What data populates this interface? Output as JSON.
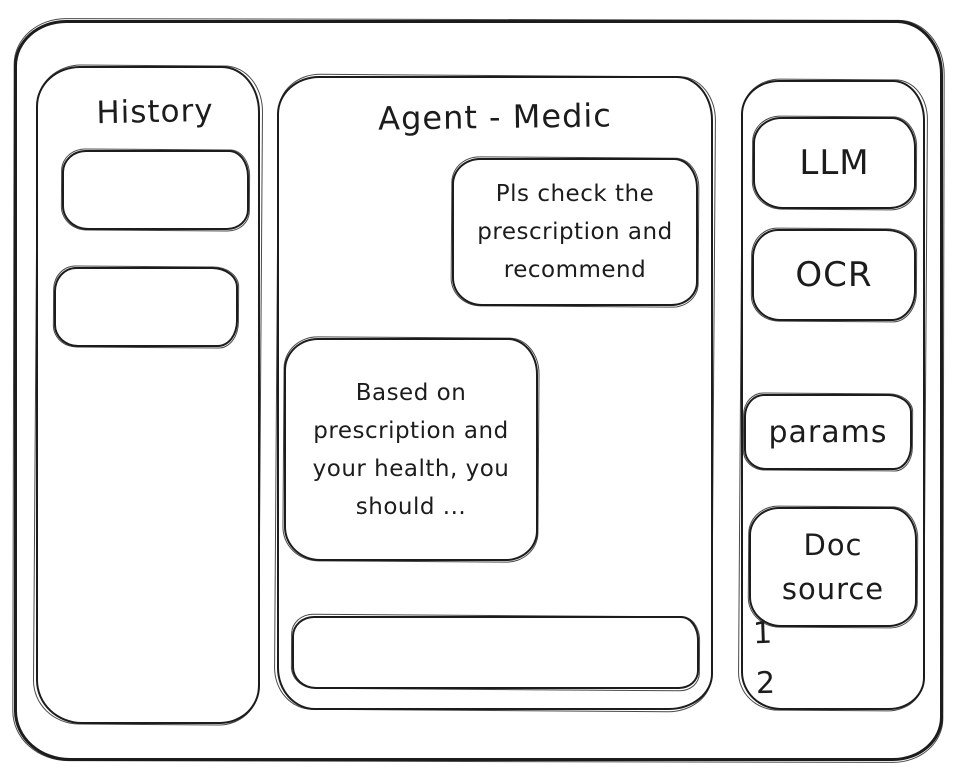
{
  "window": {
    "background": "#ffffff",
    "ink": "#1c1c1c",
    "style": "hand-drawn-wireframe"
  },
  "history": {
    "title": "History",
    "items": [
      {
        "label": ""
      },
      {
        "label": ""
      }
    ]
  },
  "chat": {
    "title": "Agent - Medic",
    "messages": [
      {
        "role": "user",
        "text": "Pls check the prescription and recommend"
      },
      {
        "role": "assistant",
        "text": "Based on prescription and your health, you should ..."
      }
    ],
    "input": {
      "value": "",
      "placeholder": ""
    }
  },
  "tools": {
    "buttons": [
      {
        "label": "LLM"
      },
      {
        "label": "OCR"
      },
      {
        "label": "params"
      },
      {
        "label": "Doc source"
      }
    ],
    "doc_source_items": [
      "1",
      "2"
    ]
  }
}
